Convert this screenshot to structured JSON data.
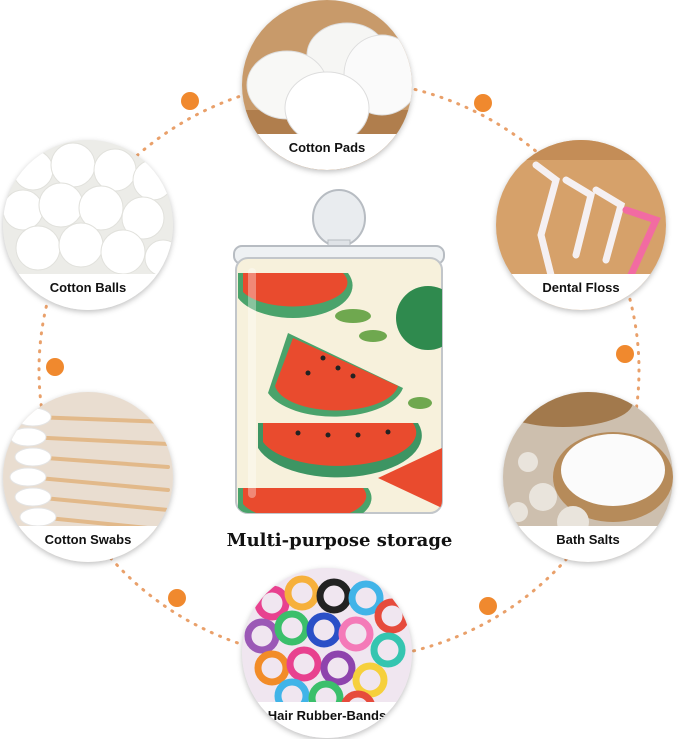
{
  "title": "Multi-purpose storage",
  "items": [
    {
      "label": "Cotton Pads"
    },
    {
      "label": "Dental Floss"
    },
    {
      "label": "Bath Salts"
    },
    {
      "label": "Hair Rubber-Bands"
    },
    {
      "label": "Cotton Swabs"
    },
    {
      "label": "Cotton Balls"
    }
  ],
  "colors": {
    "accent": "#f0892e",
    "dots": "#e9a06a"
  }
}
